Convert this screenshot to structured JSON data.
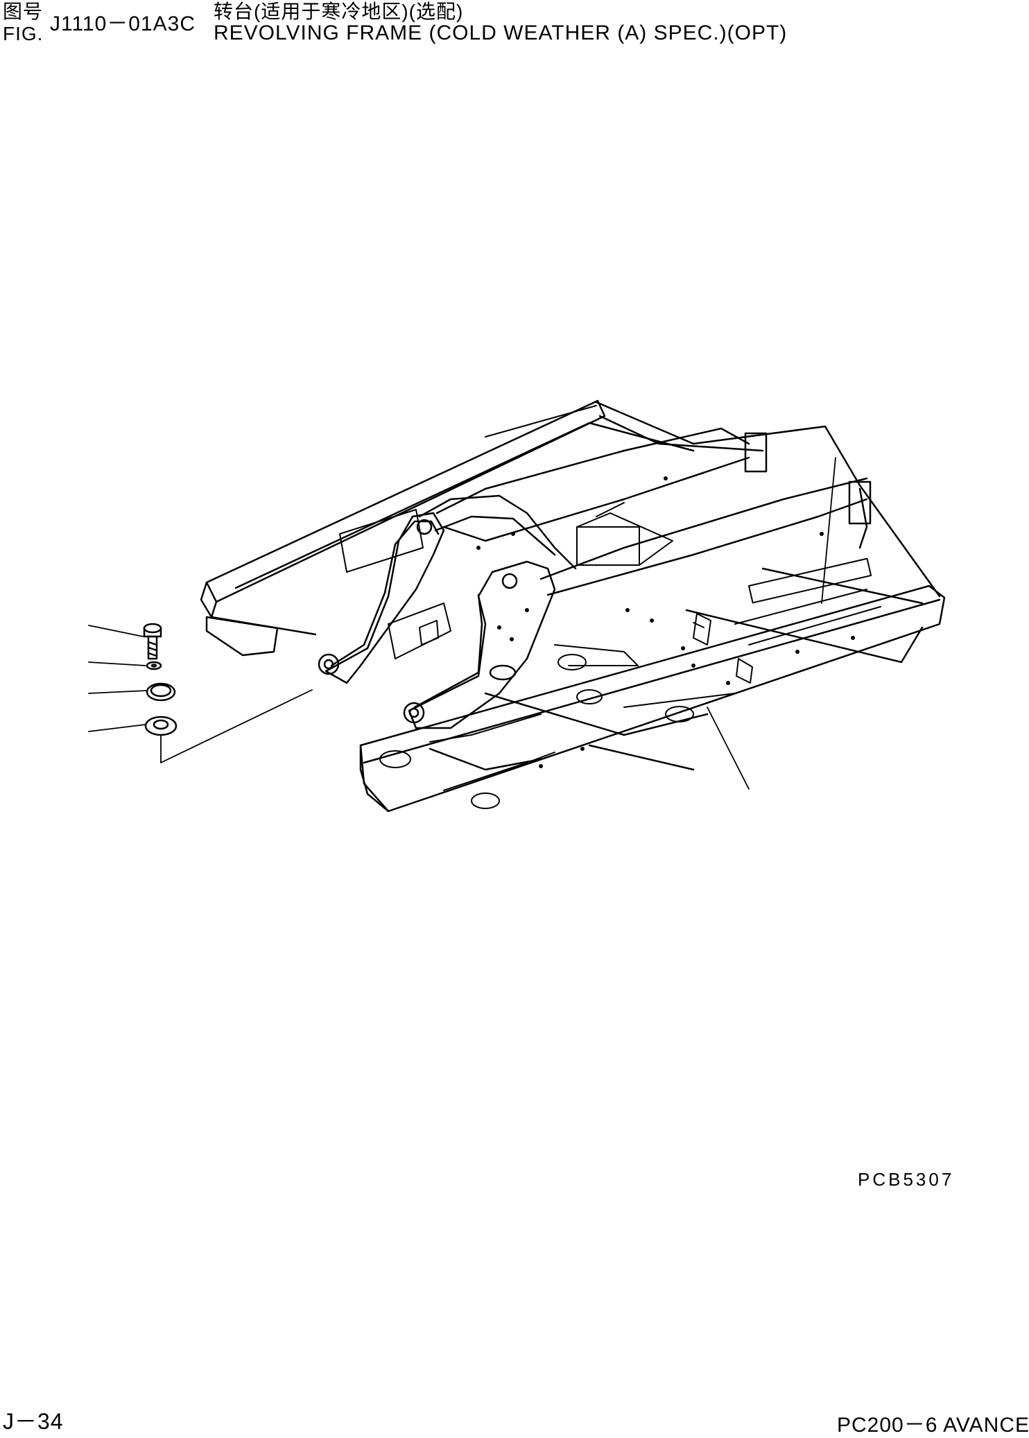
{
  "header": {
    "fig_label_cn": "图号",
    "fig_label_en": "FIG.",
    "fig_number": "J1110－01A3C",
    "title_cn": "转台(适用于寒冷地区)(选配)",
    "title_en": "REVOLVING FRAME (COLD WEATHER (A) SPEC.)(OPT)"
  },
  "diagram": {
    "subject": "revolving-frame",
    "parts": [
      "bolt",
      "washer",
      "cover",
      "gasket",
      "revolving-frame",
      "bracket"
    ],
    "drawing_code": "PCB5307"
  },
  "footer": {
    "page": "J－34",
    "model": "PC200－6 AVANCE"
  }
}
